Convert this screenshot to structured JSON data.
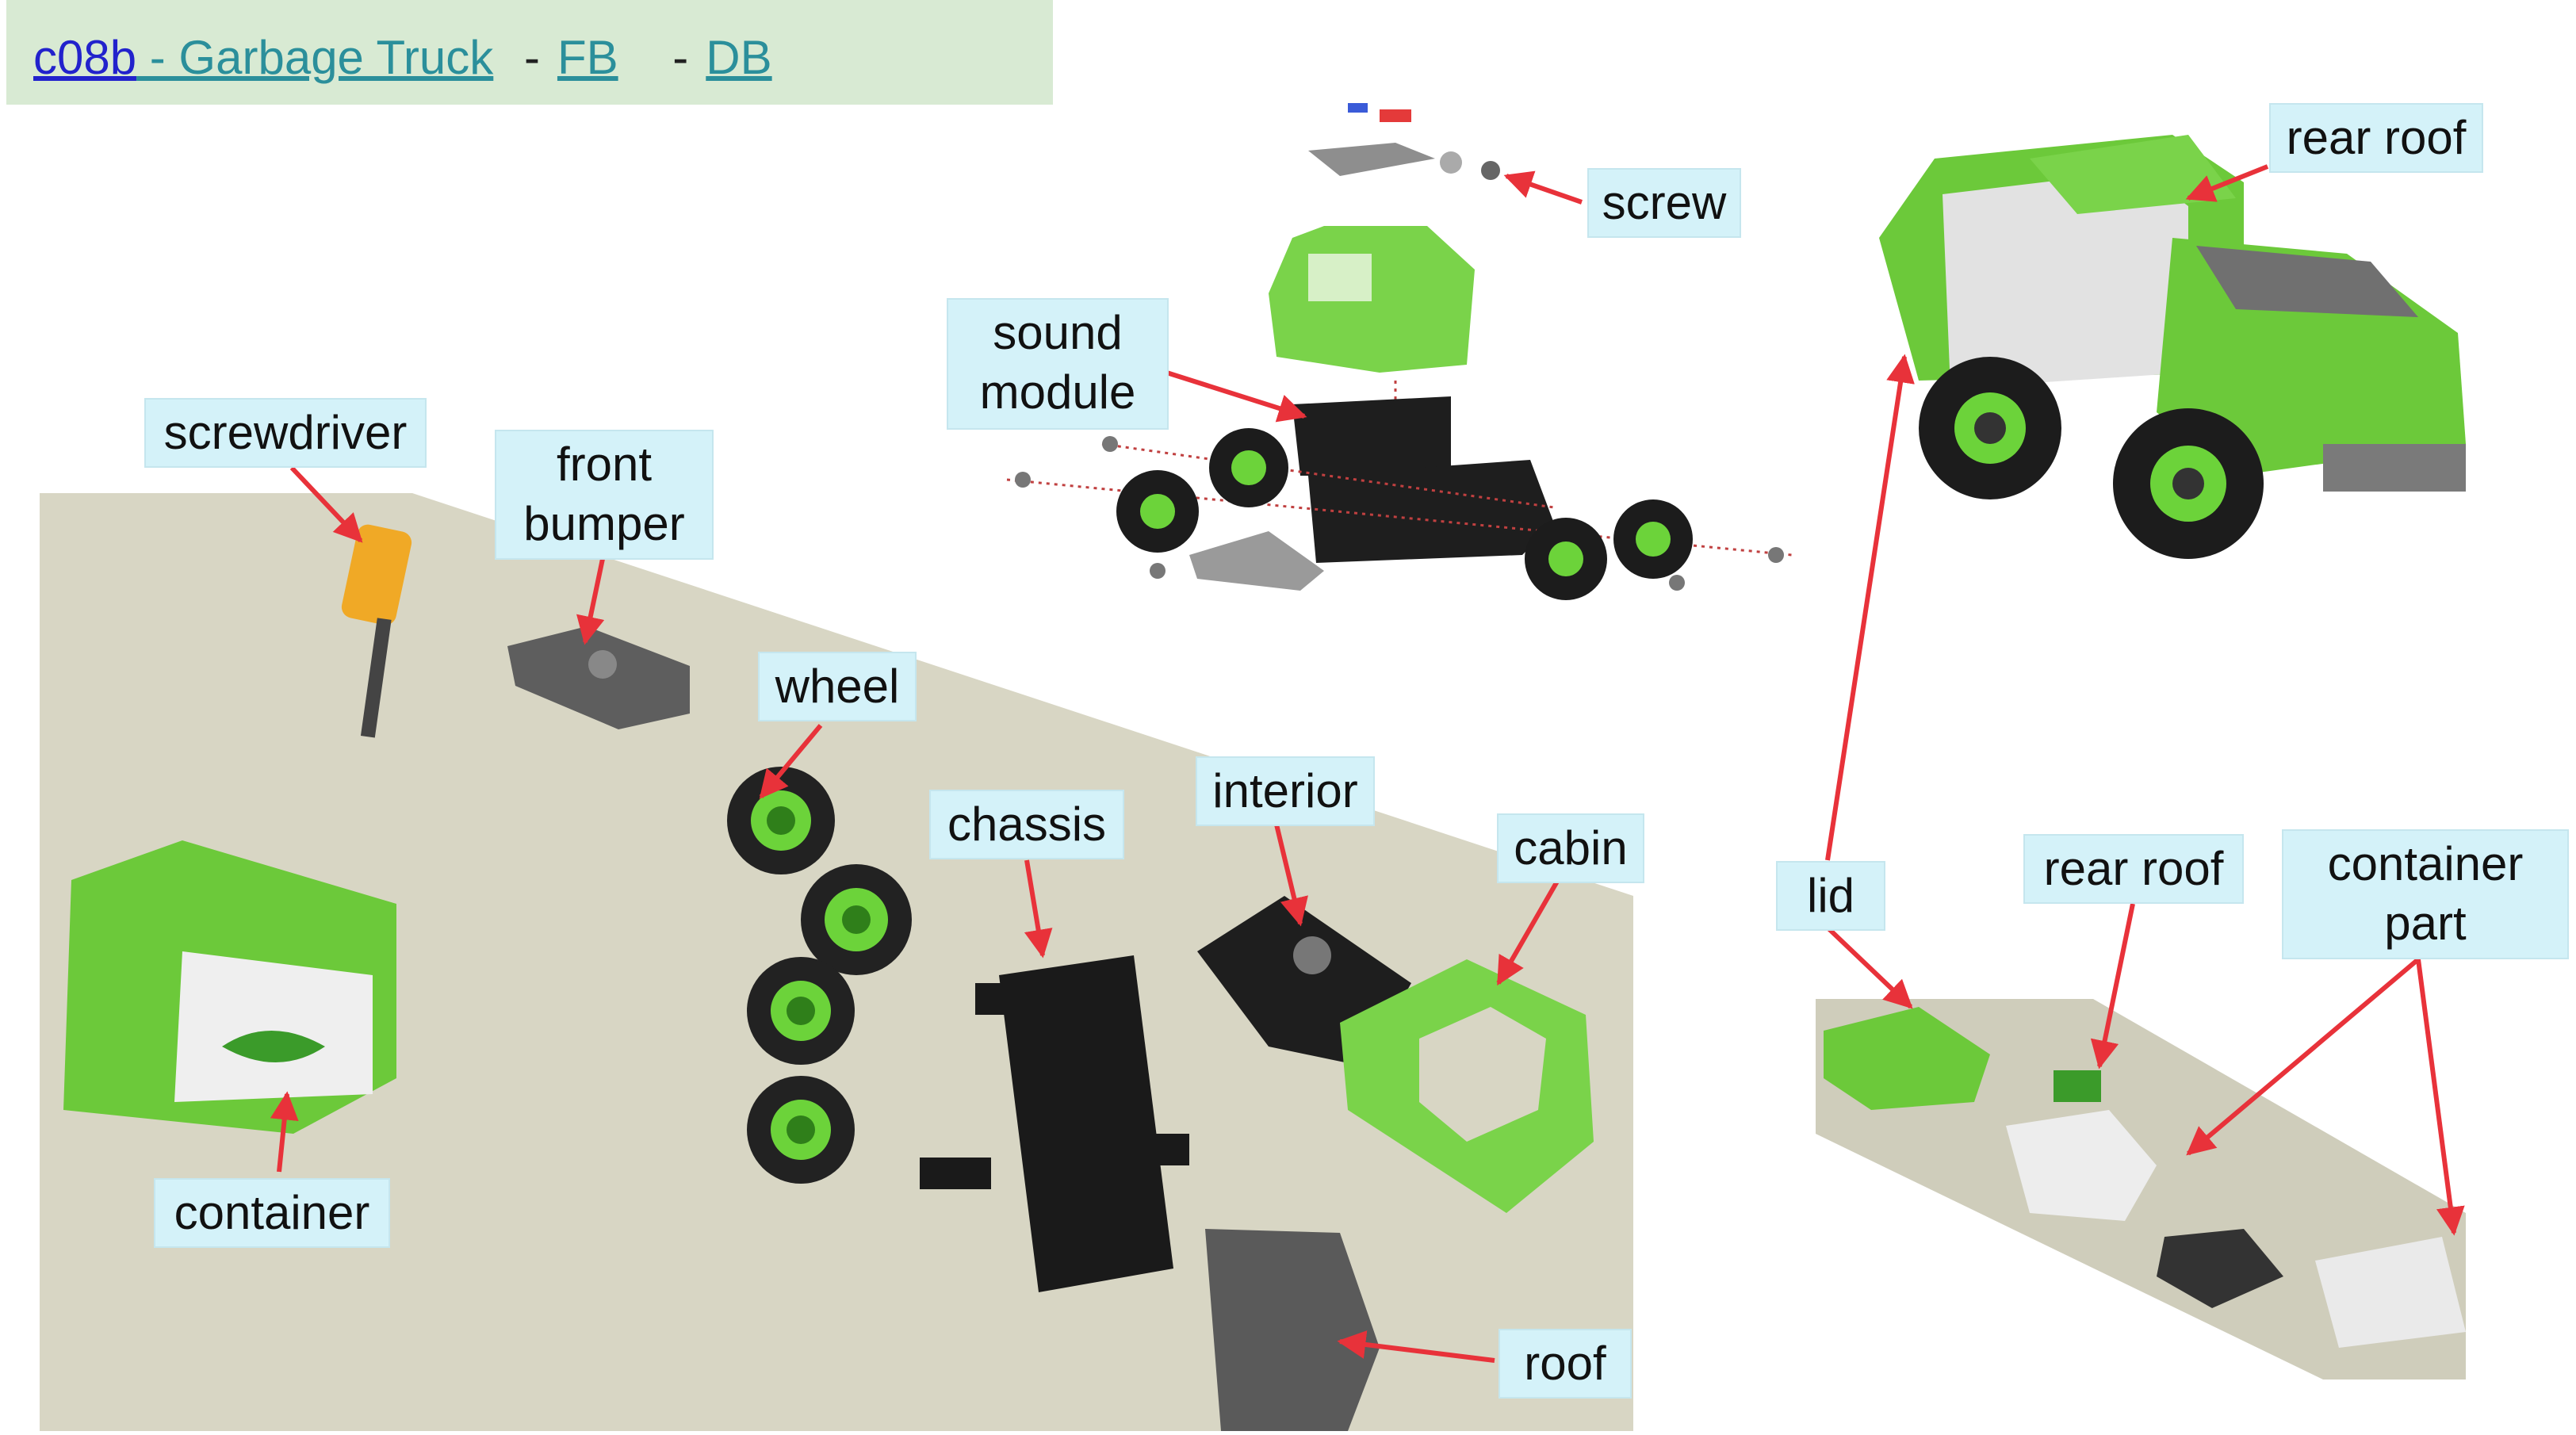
{
  "header": {
    "id_link": "c08b",
    "title_link": " - Garbage Truck",
    "fb_link": "FB",
    "db_link": "DB",
    "separator": "-"
  },
  "labels": {
    "screwdriver": "screwdriver",
    "front_bumper": "front\nbumper",
    "wheel": "wheel",
    "chassis": "chassis",
    "interior": "interior",
    "cabin": "cabin",
    "container": "container",
    "roof": "roof",
    "screw": "screw",
    "sound_module": "sound\nmodule",
    "rear_roof_top": "rear roof",
    "lid": "lid",
    "rear_roof_bottom": "rear roof",
    "container_part": "container\npart"
  },
  "colors": {
    "arrow": "#e8323a",
    "label_bg": "#d4f2f9",
    "header_bg": "#d8ead3",
    "toy_green": "#6cc93a",
    "toy_dark": "#222222",
    "toy_grey": "#7a7a7a",
    "table": "#d8d6c4"
  }
}
